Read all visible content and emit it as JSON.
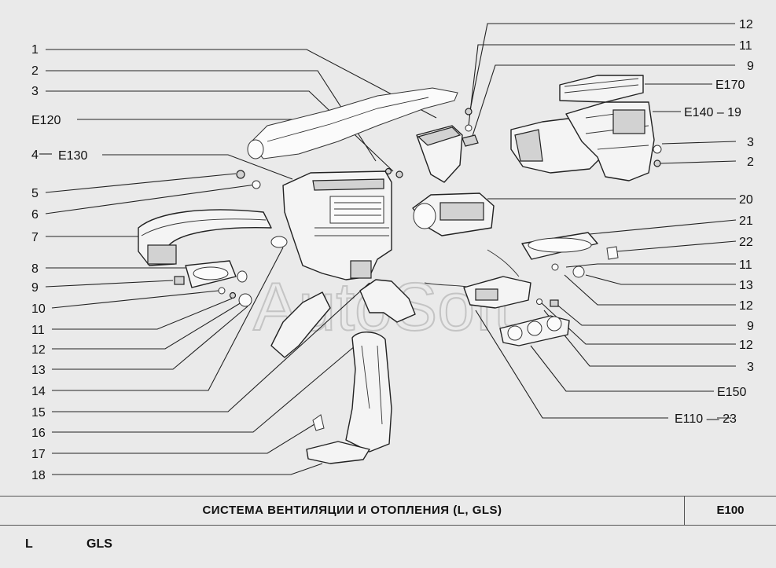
{
  "diagram": {
    "watermark": "AutoSoft",
    "labels_left": {
      "l1": "1",
      "l2": "2",
      "l3": "3",
      "e120": "E120",
      "l4": "4",
      "e130": "E130",
      "l5": "5",
      "l6": "6",
      "l7": "7",
      "l8": "8",
      "l9": "9",
      "l10": "10",
      "l11": "11",
      "l12": "12",
      "l13": "13",
      "l14": "14",
      "l15": "15",
      "l16": "16",
      "l17": "17",
      "l18": "18"
    },
    "labels_right": {
      "r12a": "12",
      "r11a": "11",
      "r9a": "9",
      "e170": "E170",
      "e140": "E140 – 19",
      "r3a": "3",
      "r2": "2",
      "r20": "20",
      "r21": "21",
      "r22": "22",
      "r11b": "11",
      "r13": "13",
      "r12b": "12",
      "r9b": "9",
      "r12c": "12",
      "r3b": "3",
      "e150": "E150",
      "e110": "E110 — 23"
    }
  },
  "footer": {
    "title": "СИСТЕМА  ВЕНТИЛЯЦИИ  И  ОТОПЛЕНИЯ  (L, GLS)",
    "code": "E100"
  },
  "models": {
    "l": "L",
    "gls": "GLS"
  }
}
